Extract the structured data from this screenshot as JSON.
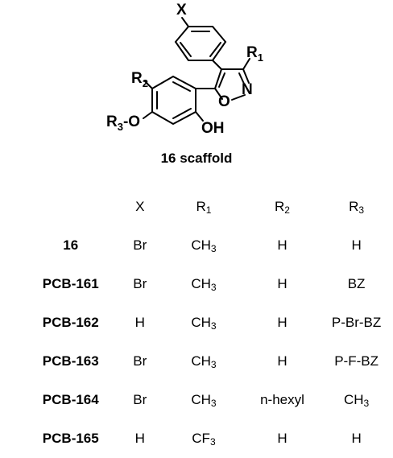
{
  "structure": {
    "atom_labels": {
      "x": "X",
      "r1": "R",
      "r1_sub": "1",
      "n": "N",
      "o_ring": "O",
      "r2": "R",
      "r2_sub": "2",
      "r3": "R",
      "r3_sub": "3",
      "ether": "-O",
      "oh": "OH"
    }
  },
  "caption": "16 scaffold",
  "table": {
    "headers": [
      {
        "main": "",
        "sub": ""
      },
      {
        "main": "X",
        "sub": ""
      },
      {
        "main": "R",
        "sub": "1"
      },
      {
        "main": "R",
        "sub": "2"
      },
      {
        "main": "R",
        "sub": "3"
      }
    ],
    "rows": [
      {
        "compound": "16",
        "cells": [
          {
            "main": "Br",
            "sub": ""
          },
          {
            "main": "CH",
            "sub": "3"
          },
          {
            "main": "H",
            "sub": ""
          },
          {
            "main": "H",
            "sub": ""
          }
        ]
      },
      {
        "compound": "PCB-161",
        "cells": [
          {
            "main": "Br",
            "sub": ""
          },
          {
            "main": "CH",
            "sub": "3"
          },
          {
            "main": "H",
            "sub": ""
          },
          {
            "main": "BZ",
            "sub": ""
          }
        ]
      },
      {
        "compound": "PCB-162",
        "cells": [
          {
            "main": "H",
            "sub": ""
          },
          {
            "main": "CH",
            "sub": "3"
          },
          {
            "main": "H",
            "sub": ""
          },
          {
            "main": "P-Br-BZ",
            "sub": ""
          }
        ]
      },
      {
        "compound": "PCB-163",
        "cells": [
          {
            "main": "Br",
            "sub": ""
          },
          {
            "main": "CH",
            "sub": "3"
          },
          {
            "main": "H",
            "sub": ""
          },
          {
            "main": "P-F-BZ",
            "sub": ""
          }
        ]
      },
      {
        "compound": "PCB-164",
        "cells": [
          {
            "main": "Br",
            "sub": ""
          },
          {
            "main": "CH",
            "sub": "3"
          },
          {
            "main": "n-hexyl",
            "sub": ""
          },
          {
            "main": "CH",
            "sub": "3"
          }
        ]
      },
      {
        "compound": "PCB-165",
        "cells": [
          {
            "main": "H",
            "sub": ""
          },
          {
            "main": "CF",
            "sub": "3"
          },
          {
            "main": "H",
            "sub": ""
          },
          {
            "main": "H",
            "sub": ""
          }
        ]
      }
    ]
  }
}
